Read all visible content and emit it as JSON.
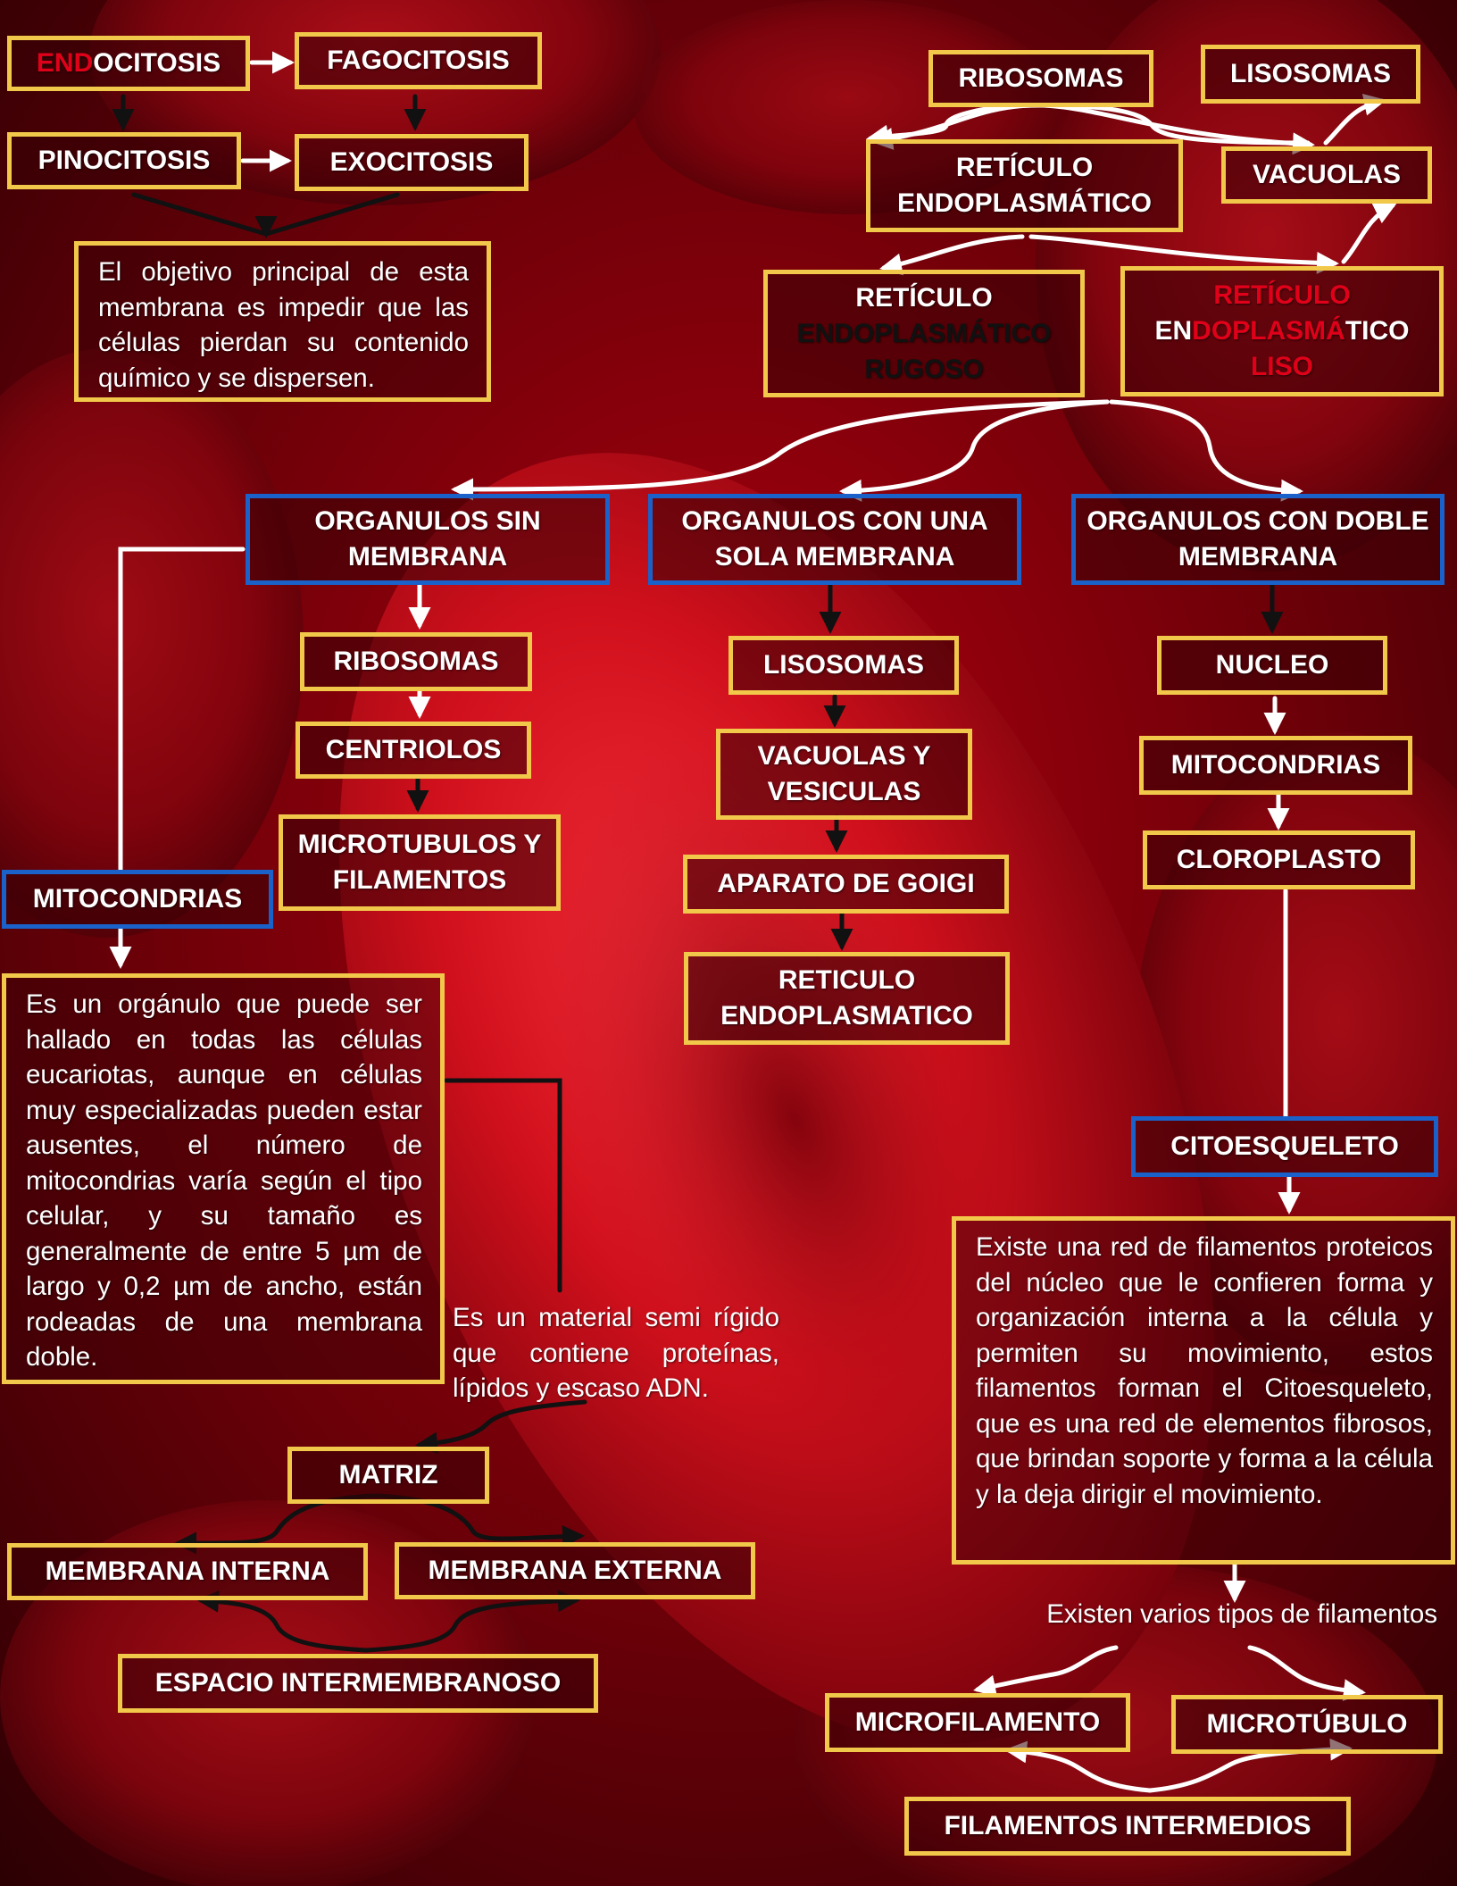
{
  "background_image": "red blood cells",
  "colors": {
    "box_border": "#f2c84b",
    "category_border": "#1a62c9",
    "text": "#ffffff",
    "background": "#5a0008"
  },
  "top_left": {
    "endocitosis_prefix": "END",
    "endocitosis_suffix": "OCITOSIS",
    "fagocitosis": "FAGOCITOSIS",
    "pinocitosis": "PINOCITOSIS",
    "exocitosis": "EXOCITOSIS",
    "membrane_note": "El objetivo principal de esta membrana es impedir que las células pierdan su contenido químico y se dispersen."
  },
  "top_right": {
    "ribosomas": "RIBOSOMAS",
    "lisosomas": "LISOSOMAS",
    "reticulo_line1": "RETÍCULO",
    "reticulo_line2": "ENDOPLASMÁTICO",
    "vacuolas": "VACUOLAS",
    "rugoso_line1": "RETÍCULO",
    "rugoso_line2": "ENDOPLASMÁTICO",
    "rugoso_line3": "RUGOSO",
    "liso_line1": "RETÍCULO",
    "liso_line2_a": "EN",
    "liso_line2_b": "DOPLASMÁ",
    "liso_line2_c": "TICO",
    "liso_line3": "LISO"
  },
  "categories": {
    "sin_membrana": "ORGANULOS SIN MEMBRANA",
    "una_membrana": "ORGANULOS CON UNA SOLA MEMBRANA",
    "doble_membrana": "ORGANULOS CON DOBLE MEMBRANA"
  },
  "sin_membrana_items": {
    "ribosomas": "RIBOSOMAS",
    "centriolos": "CENTRIOLOS",
    "microtubulos": "MICROTUBULOS Y FILAMENTOS"
  },
  "una_membrana_items": {
    "lisosomas": "LISOSOMAS",
    "vacuolas": "VACUOLAS Y VESICULAS",
    "aparato": "APARATO DE GOIGI",
    "reticulo": "RETICULO ENDOPLASMATICO"
  },
  "doble_membrana_items": {
    "nucleo": "NUCLEO",
    "mitocondrias": "MITOCONDRIAS",
    "cloroplasto": "CLOROPLASTO"
  },
  "mitocondrias_section": {
    "title": "MITOCONDRIAS",
    "description": "Es un orgánulo que puede ser hallado en todas las células eucariotas, aunque en células muy especializadas pueden estar ausentes, el número de mitocondrias varía según el tipo celular, y su tamaño es generalmente de entre 5 µm de largo y 0,2 µm de ancho, están rodeadas de una membrana doble.",
    "matrix_note": "Es un material semi rígido que contiene proteínas, lípidos y escaso ADN.",
    "matriz": "MATRIZ",
    "membrana_interna": "MEMBRANA INTERNA",
    "membrana_externa": "MEMBRANA EXTERNA",
    "espacio": "ESPACIO INTERMEMBRANOSO"
  },
  "citoesqueleto_section": {
    "title": "CITOESQUELETO",
    "description": "Existe una red de filamentos proteicos del núcleo que le confieren forma y organización interna a la célula y permiten su movimiento, estos filamentos forman el Citoesqueleto, que es una red de elementos fibrosos, que brindan soporte y forma a la célula y la deja dirigir el movimiento.",
    "types_note": "Existen varios tipos de filamentos",
    "microfilamento": "MICROFILAMENTO",
    "microtubulo": "MICROTÚBULO",
    "intermedios": "FILAMENTOS INTERMEDIOS"
  }
}
